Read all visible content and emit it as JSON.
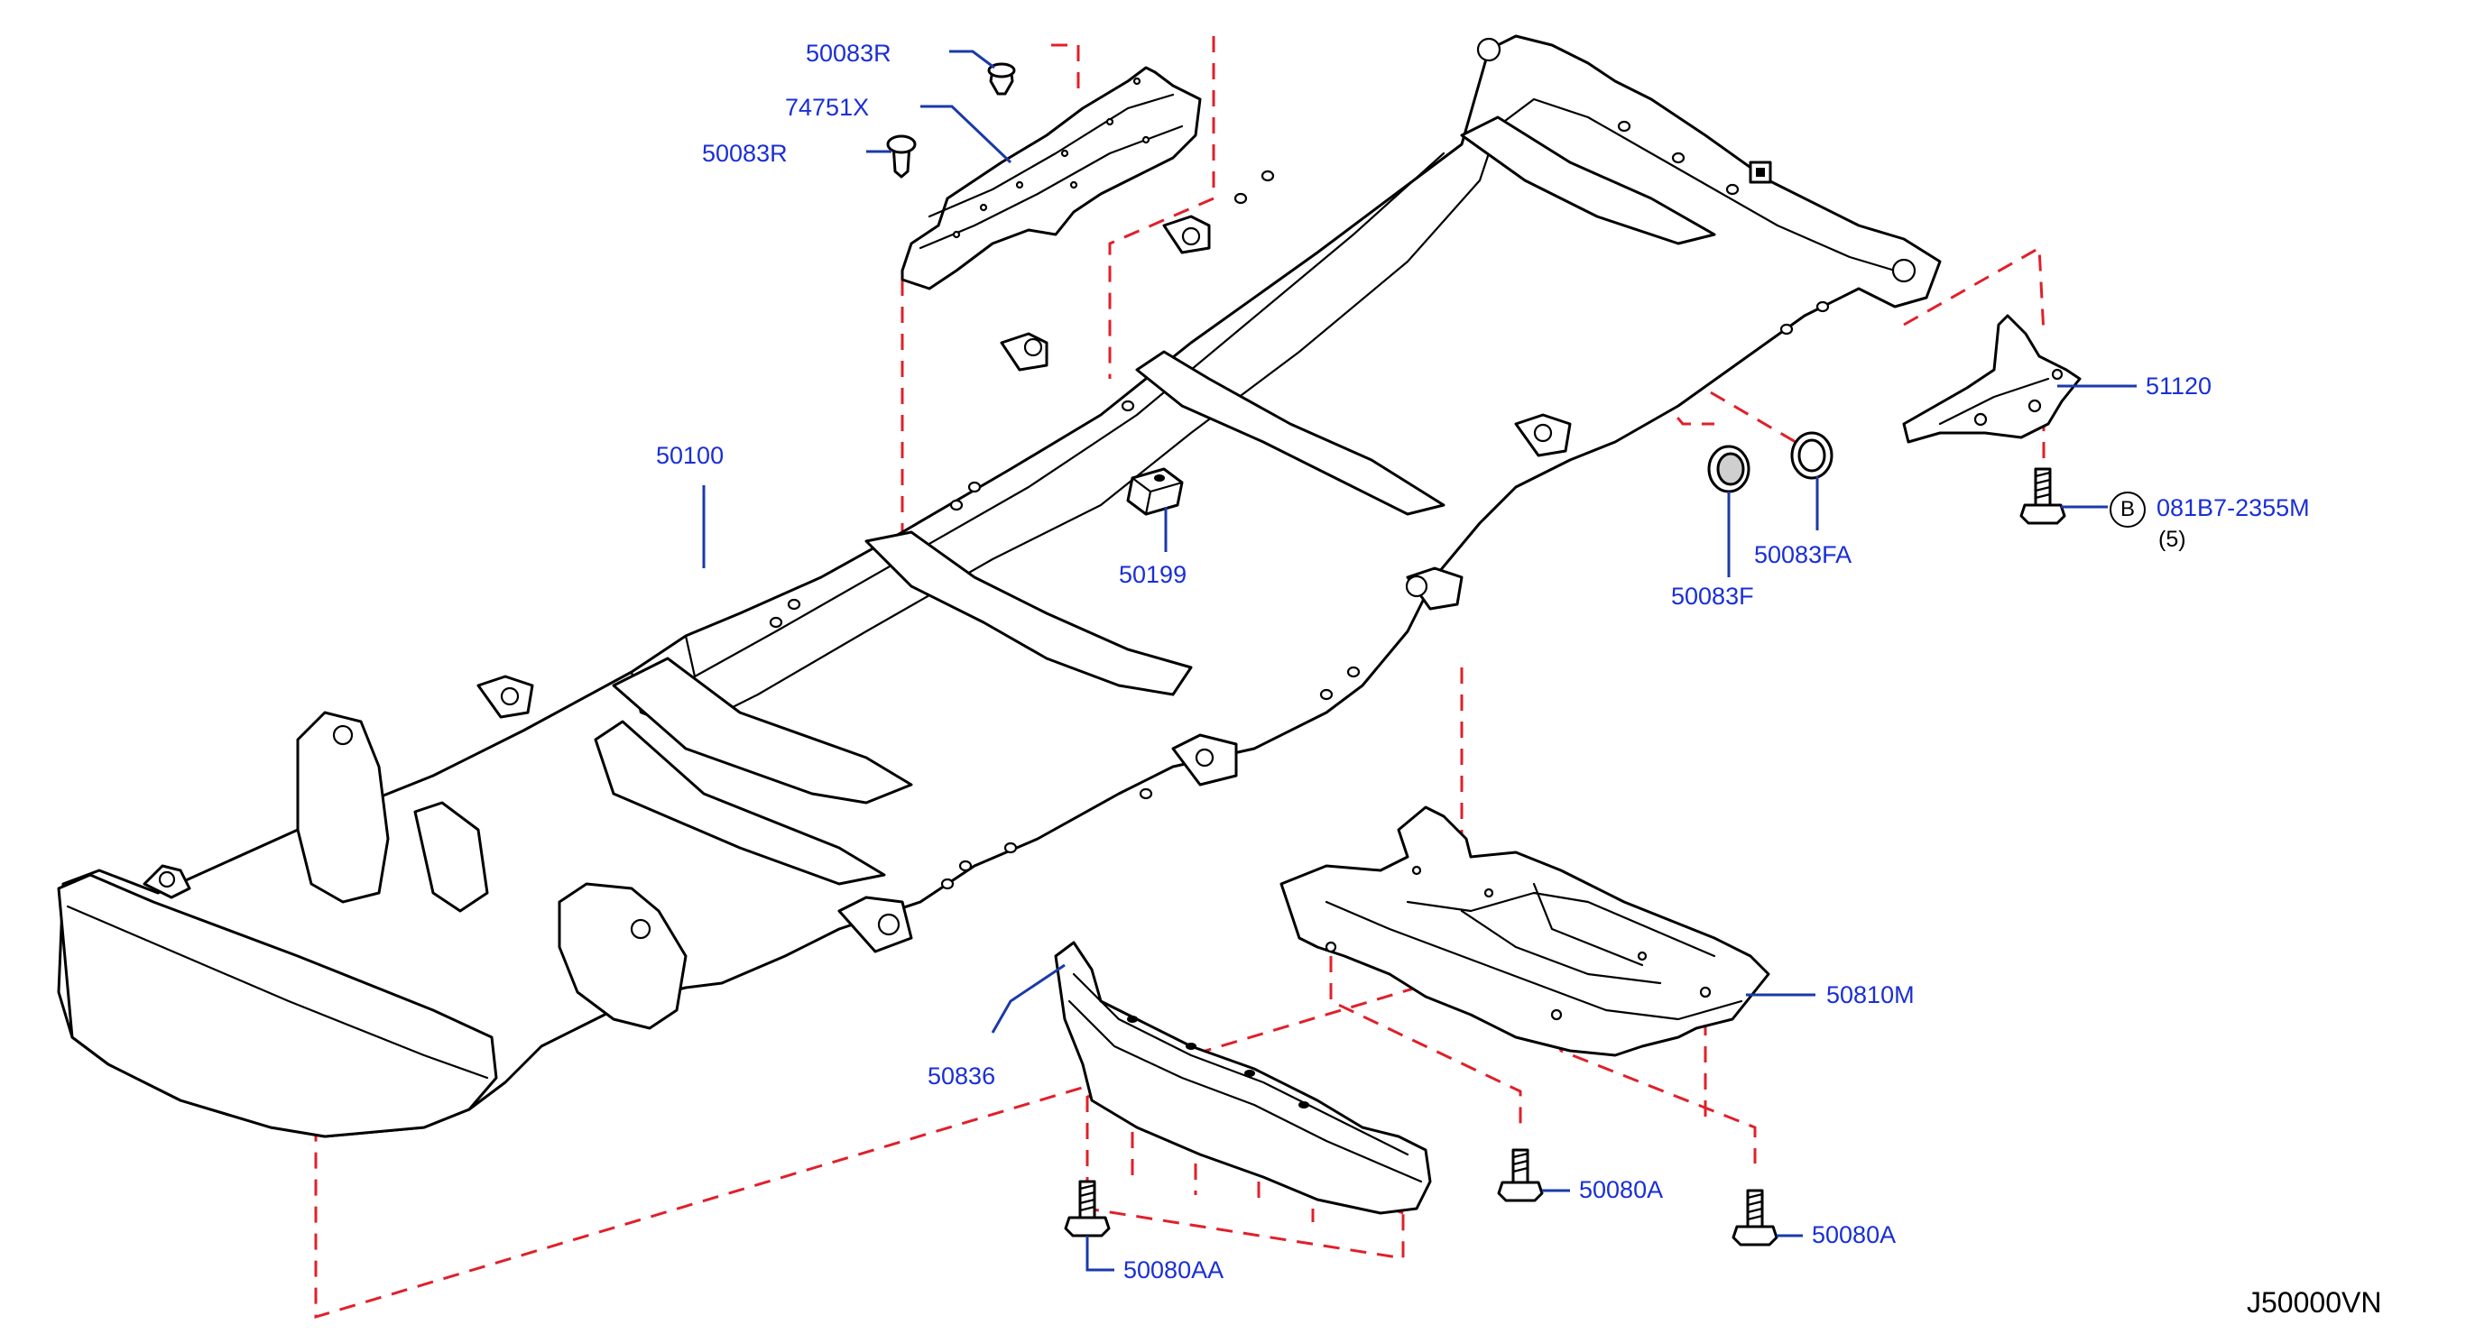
{
  "diagram": {
    "colors": {
      "callout_text": "#1a2fd6",
      "leader_line": "#1a3aa8",
      "assembly_dash": "#e0202a",
      "part_outline": "#000000"
    },
    "callouts": {
      "clip_upper": "50083R",
      "insulator": "74751X",
      "clip_lower": "50083R",
      "frame_assembly": "50100",
      "spacer": "50199",
      "bracket": "51120",
      "bolt_ref_badge": "B",
      "bolt_ref": "081B7-2355M",
      "bolt_qty": "(5)",
      "plug_f": "50083F",
      "plug_fa": "50083FA",
      "cover_front": "50836",
      "under_cover": "50810M",
      "bolt_aa": "50080AA",
      "bolt_a_left": "50080A",
      "bolt_a_right": "50080A"
    },
    "drawing_code": "J50000VN"
  }
}
